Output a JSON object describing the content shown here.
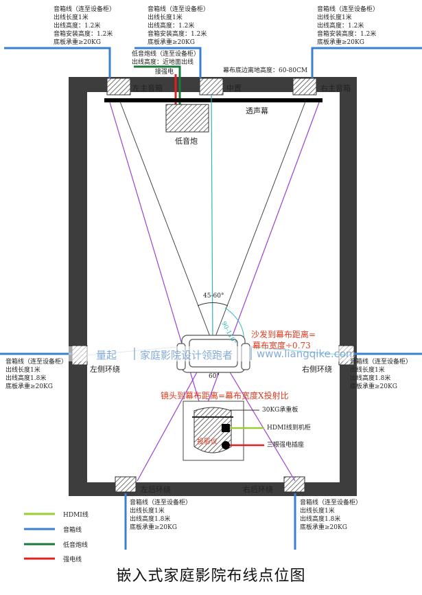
{
  "title": "嵌入式家庭影院布线点位图",
  "speakers": {
    "left_main": "左主音箱",
    "center": "中置",
    "right_main": "右主音箱",
    "subwoofer": "低音炮",
    "left_side": "左侧环绕",
    "right_side": "右侧环绕",
    "left_rear": "左后环绕",
    "right_rear": "右后环绕"
  },
  "screen": {
    "label": "透声幕",
    "height_note": "幕布底边离地高度：60-80CM"
  },
  "notes": {
    "top_left": "音箱线（连至设备柜）\n出线长度1米\n出线高度：1.2米\n音箱安装高度：1.2米\n底板承重≥20KG",
    "top_center": "音箱线（连至设备柜）\n出线长度1米\n出线高度：1.2米\n音箱安装高度：1.2米\n底板承重≥20KG",
    "top_right": "音箱线（连至设备柜）\n出线长度1米\n出线高度：1.2米\n音箱安装高度：1.2米\n底板承重≥20KG",
    "subwoofer": "低音炮线（连至设备柜）\n出线高度：近地面出线",
    "power": "接强电",
    "side_left": "音箱线（连至设备柜）\n出线长度1米\n出线高度1.8米\n底板承重≥20KG",
    "side_right": "音箱线（连至设备柜）\n出线长度1米\n出线高度1.8米\n底板承重≥20KG",
    "rear_left": "音箱线（连至设备柜）\n出线长度1米\n出线高度1.8米\n底板承重≥20KG",
    "rear_right": "音箱线（连至设备柜）\n出线长度1米\n出线高度1.8米\n底板承重≥20KG"
  },
  "angles": {
    "front": "45-60°",
    "side": "90-110°",
    "bottom": "60°"
  },
  "distances": {
    "sofa_line1": "沙发到幕布距离=",
    "sofa_line2": "幕布宽度÷0.73",
    "lens": "镜头到幕布距离=幕布宽度X投射比"
  },
  "projector": {
    "board": "30KG承重板",
    "hdmi": "HDMI线到机柜",
    "socket": "三眼强电插座",
    "label": "投影仪"
  },
  "watermark": {
    "brand": "量起",
    "slogan": "家庭影院设计领跑者",
    "url": "www.liangqike.com"
  },
  "legend": [
    {
      "label": "HDMI线",
      "color": "#9acd32"
    },
    {
      "label": "音箱线",
      "color": "#3a7fd0"
    },
    {
      "label": "低音炮线",
      "color": "#1a7a3a"
    },
    {
      "label": "强电线",
      "color": "#e01f1f"
    }
  ],
  "colors": {
    "wall": "#3d3d3d",
    "speaker_wire": "#3a7fd0",
    "hdmi": "#9acd32",
    "sub_wire": "#1a7a3a",
    "power": "#e01f1f",
    "sight_center": "#2ab5b5",
    "projection": "#9b3fd0",
    "text_red": "#e03a1e"
  }
}
